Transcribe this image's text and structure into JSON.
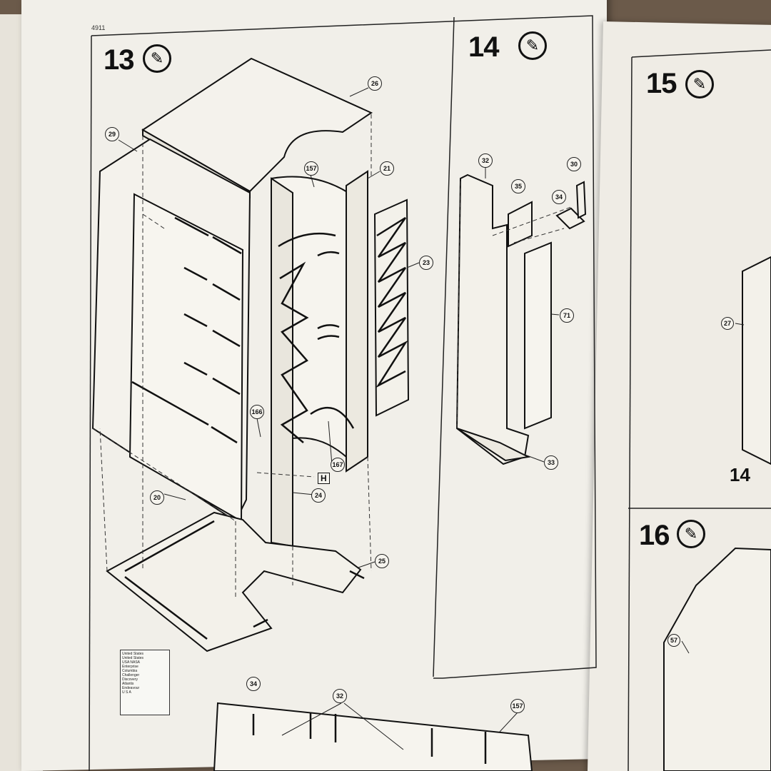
{
  "sheet": {
    "code": "4911"
  },
  "steps": [
    {
      "number": "13",
      "icon": "glue-tube-icon"
    },
    {
      "number": "14",
      "icon": "glue-tube-icon"
    },
    {
      "number": "15",
      "icon": "glue-tube-icon"
    },
    {
      "number": "16",
      "icon": "glue-tube-icon"
    }
  ],
  "step13_parts": [
    "26",
    "29",
    "157",
    "21",
    "23",
    "166",
    "167",
    "20",
    "24",
    "25",
    "H"
  ],
  "step14_parts": [
    "32",
    "35",
    "30",
    "34",
    "71",
    "33"
  ],
  "step15_parts": [
    "27",
    "14"
  ],
  "step16_parts": [
    "57"
  ],
  "bottom_parts": [
    "34",
    "32",
    "157"
  ],
  "decal_lines": [
    "United States",
    "United States",
    "USA NASA",
    "Enterprise",
    "Columbia",
    "Challenger",
    "Discovery",
    "Atlantis",
    "Endeavour",
    "U S A"
  ]
}
